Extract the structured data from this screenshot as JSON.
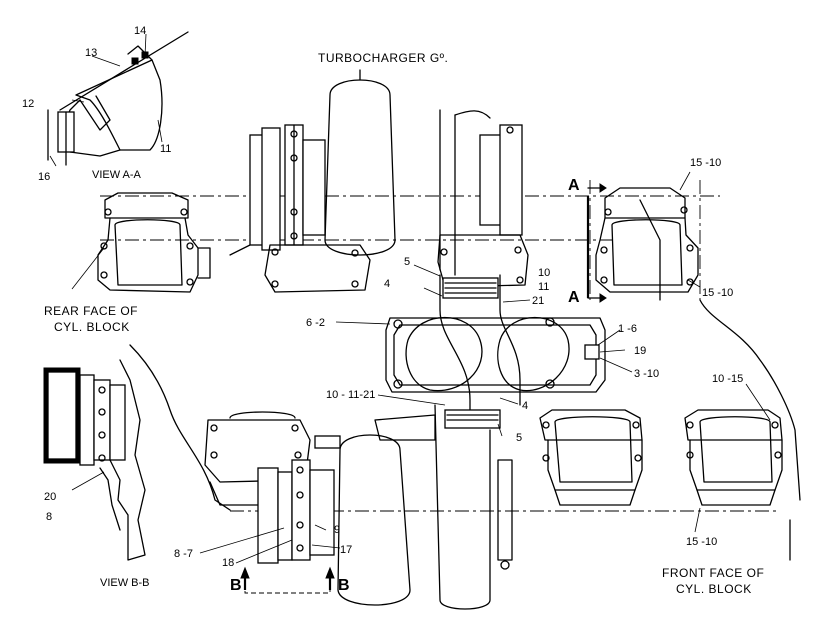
{
  "titles": {
    "turbo_group": "TURBOCHARGER Gº.",
    "view_aa": "VIEW A-A",
    "view_bb": "VIEW B-B",
    "rear_face_1": "REAR FACE OF",
    "rear_face_2": "CYL. BLOCK",
    "front_face_1": "FRONT FACE OF",
    "front_face_2": "CYL. BLOCK"
  },
  "section_marks": {
    "a_top": "A",
    "a_bottom": "A",
    "b_left": "B",
    "b_right": "B"
  },
  "callouts": {
    "c14": "14",
    "c13": "13",
    "c12": "12",
    "c11": "11",
    "c16": "16",
    "c15_10_top": "15 -10",
    "c15_10_right": "15 -10",
    "c5_upper": "5",
    "c4_upper": "4",
    "c10_upper": "10",
    "c11_upper": "11",
    "c21_upper": "21",
    "c6_2": "6 -2",
    "c1_6": "1 -6",
    "c19": "19",
    "c3_10": "3 -10",
    "c10_11_21": "10 - 11-21",
    "c4_lower": "4",
    "c5_lower": "5",
    "c10_15": "10 -15",
    "c20": "20",
    "c8": "8",
    "c9": "9",
    "c8_7": "8 -7",
    "c18": "18",
    "c17": "17",
    "c15_10_bottom": "15 -10"
  }
}
